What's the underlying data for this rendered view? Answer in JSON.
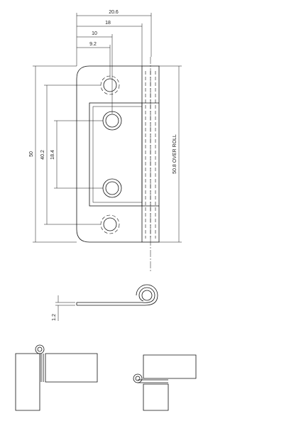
{
  "dimensions": {
    "overall_width": "20.6",
    "hinge_width": "18",
    "hole_center_far": "10",
    "hole_center_near": "9.2",
    "leaf_height": "50",
    "outer_holes_pitch": "40.2",
    "inner_holes_pitch": "18.4",
    "over_roll_height": "50.8 OVER ROLL",
    "leaf_thickness": "1.2"
  },
  "colors": {
    "line": "#111111",
    "background": "#ffffff"
  }
}
